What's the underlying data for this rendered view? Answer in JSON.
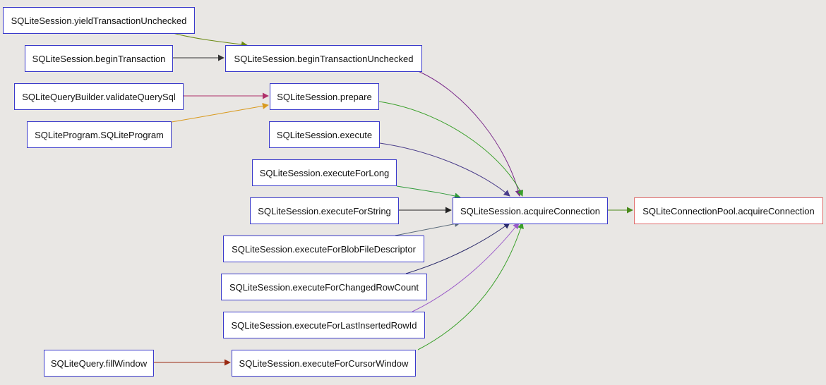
{
  "graph": {
    "nodes": {
      "yieldTransactionUnchecked": "SQLiteSession.yieldTransactionUnchecked",
      "beginTransaction": "SQLiteSession.beginTransaction",
      "beginTransactionUnchecked": "SQLiteSession.beginTransactionUnchecked",
      "validateQuerySql": "SQLiteQueryBuilder.validateQuerySql",
      "prepare": "SQLiteSession.prepare",
      "sqliteProgram": "SQLiteProgram.SQLiteProgram",
      "execute": "SQLiteSession.execute",
      "executeForLong": "SQLiteSession.executeForLong",
      "executeForString": "SQLiteSession.executeForString",
      "acquireConnection": "SQLiteSession.acquireConnection",
      "poolAcquireConnection": "SQLiteConnectionPool.acquireConnection",
      "executeForBlobFileDescriptor": "SQLiteSession.executeForBlobFileDescriptor",
      "executeForChangedRowCount": "SQLiteSession.executeForChangedRowCount",
      "executeForLastInsertedRowId": "SQLiteSession.executeForLastInsertedRowId",
      "fillWindow": "SQLiteQuery.fillWindow",
      "executeForCursorWindow": "SQLiteSession.executeForCursorWindow"
    },
    "edges": [
      {
        "from": "yieldTransactionUnchecked",
        "to": "beginTransactionUnchecked",
        "color": "#6b8a12"
      },
      {
        "from": "beginTransaction",
        "to": "beginTransactionUnchecked",
        "color": "#333333"
      },
      {
        "from": "validateQuerySql",
        "to": "prepare",
        "color": "#b0306a"
      },
      {
        "from": "sqliteProgram",
        "to": "prepare",
        "color": "#d99a1e"
      },
      {
        "from": "beginTransactionUnchecked",
        "to": "acquireConnection",
        "color": "#7a2a8a"
      },
      {
        "from": "prepare",
        "to": "acquireConnection",
        "color": "#3aa02a"
      },
      {
        "from": "execute",
        "to": "acquireConnection",
        "color": "#4a3d8a"
      },
      {
        "from": "executeForLong",
        "to": "acquireConnection",
        "color": "#2f9a3a"
      },
      {
        "from": "executeForString",
        "to": "acquireConnection",
        "color": "#222222"
      },
      {
        "from": "executeForBlobFileDescriptor",
        "to": "acquireConnection",
        "color": "#5a6a7a"
      },
      {
        "from": "executeForChangedRowCount",
        "to": "acquireConnection",
        "color": "#2a2a6a"
      },
      {
        "from": "executeForLastInsertedRowId",
        "to": "acquireConnection",
        "color": "#9a5ac8"
      },
      {
        "from": "executeForCursorWindow",
        "to": "acquireConnection",
        "color": "#3aa02a"
      },
      {
        "from": "acquireConnection",
        "to": "poolAcquireConnection",
        "color": "#4a8a1a"
      },
      {
        "from": "fillWindow",
        "to": "executeForCursorWindow",
        "color": "#9a2a12"
      }
    ]
  }
}
